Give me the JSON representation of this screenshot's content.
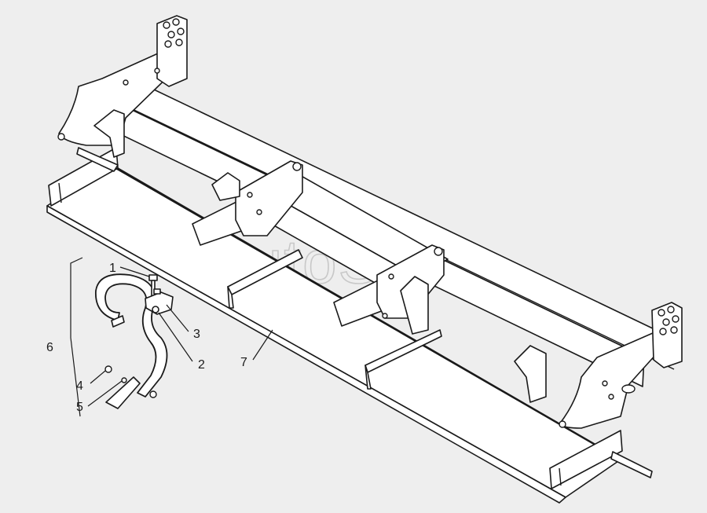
{
  "watermark": "AutoSoft",
  "callouts": [
    {
      "id": "1",
      "label": "1"
    },
    {
      "id": "2",
      "label": "2"
    },
    {
      "id": "3",
      "label": "3"
    },
    {
      "id": "4",
      "label": "4"
    },
    {
      "id": "5",
      "label": "5"
    },
    {
      "id": "6",
      "label": "6"
    },
    {
      "id": "7",
      "label": "7"
    }
  ],
  "colors": {
    "background": "#eeeeee",
    "ink": "#1a1a1a",
    "watermark": "#c8c8c8"
  }
}
